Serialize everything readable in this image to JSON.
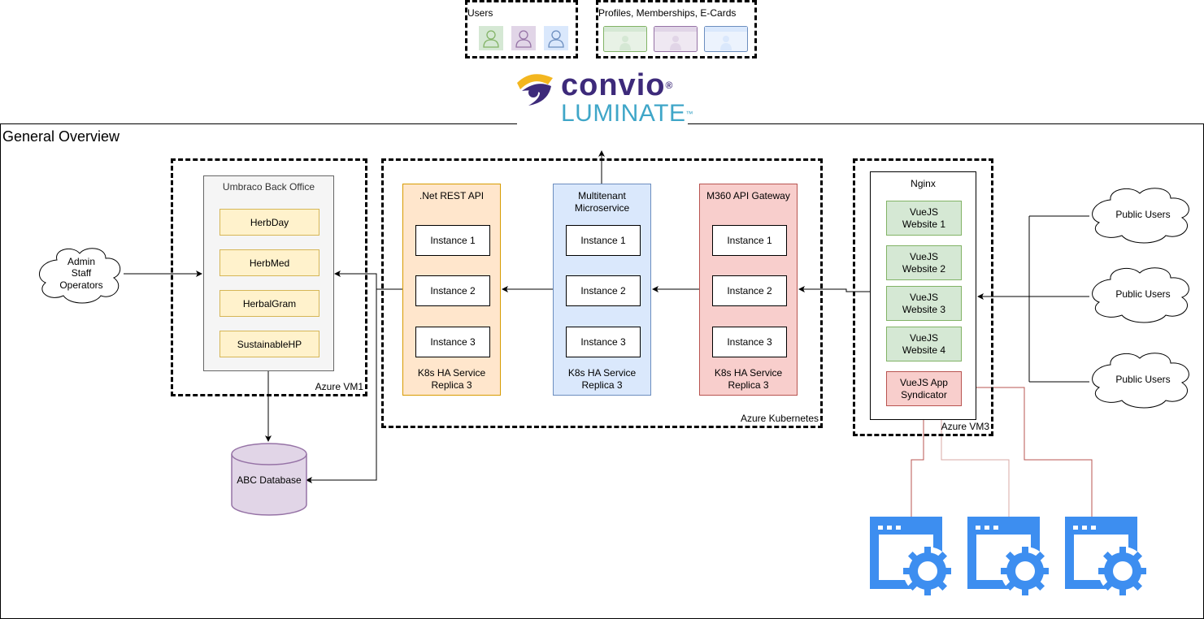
{
  "top": {
    "users_group": {
      "label": "Users",
      "icons": [
        {
          "name": "user-icon-green",
          "fill": "#d5e8d4",
          "stroke": "#82b366"
        },
        {
          "name": "user-icon-purple",
          "fill": "#e1d5e7",
          "stroke": "#9673a6"
        },
        {
          "name": "user-icon-blue",
          "fill": "#dae8fc",
          "stroke": "#6c8ebf"
        }
      ]
    },
    "profiles_group": {
      "label": "Profiles, Memberships, E-Cards",
      "cards": [
        {
          "name": "profile-card-green",
          "fill": "#e8f2e6",
          "stroke": "#82b366",
          "accent": "#d5e8d4"
        },
        {
          "name": "profile-card-purple",
          "fill": "#efe8f2",
          "stroke": "#9673a6",
          "accent": "#e1d5e7"
        },
        {
          "name": "profile-card-blue",
          "fill": "#ecf3fd",
          "stroke": "#6c8ebf",
          "accent": "#dae8fc"
        }
      ]
    },
    "logo": {
      "brand": "convio",
      "reg": "®",
      "product": "LUMINATE",
      "tm": "™",
      "brand_color": "#3d2a7a",
      "product_color": "#3fa6c8",
      "swoosh_color": "#f3b61f"
    }
  },
  "overview": {
    "title": "General Overview",
    "admin_cloud": {
      "lines": [
        "Admin",
        "Staff",
        "Operators"
      ]
    },
    "vm1": {
      "label": "Azure VM1",
      "umbraco": {
        "title": "Umbraco Back Office",
        "items": [
          "HerbDay",
          "HerbMed",
          "HerbalGram",
          "SustainableHP"
        ]
      }
    },
    "database": {
      "label": "ABC Database",
      "fill": "#e1d5e7",
      "stroke": "#9673a6"
    },
    "k8s": {
      "label": "Azure Kubernetes",
      "services": [
        {
          "title": ".Net REST API",
          "fill": "#ffe6cc",
          "stroke": "#d79b00",
          "instances": [
            "Instance 1",
            "Instance 2",
            "Instance 3"
          ],
          "footer_1": "K8s HA Service",
          "footer_2": "Replica 3"
        },
        {
          "title": "Multitenant\nMicroservice",
          "fill": "#dae8fc",
          "stroke": "#6c8ebf",
          "instances": [
            "Instance 1",
            "Instance 2",
            "Instance 3"
          ],
          "footer_1": "K8s HA Service",
          "footer_2": "Replica 3"
        },
        {
          "title": "M360 API Gateway",
          "fill": "#f8cecc",
          "stroke": "#b85450",
          "instances": [
            "Instance 1",
            "Instance 2",
            "Instance 3"
          ],
          "footer_1": "K8s HA Service",
          "footer_2": "Replica 3"
        }
      ]
    },
    "vm3": {
      "label": "Azure VM3",
      "nginx": {
        "title": "Nginx",
        "sites": [
          "VueJS\nWebsite 1",
          "VueJS\nWebsite 2",
          "VueJS\nWebsite 3",
          "VueJS\nWebsite 4"
        ],
        "syndicator": "VueJS App\nSyndicator"
      }
    },
    "public_clouds": [
      "Public Users",
      "Public Users",
      "Public Users"
    ],
    "external_apps": [
      "web-app-settings-icon",
      "web-app-settings-icon",
      "web-app-settings-icon"
    ],
    "colors": {
      "app_icon": "#3d8ef0",
      "red_link": "#b85450"
    }
  }
}
